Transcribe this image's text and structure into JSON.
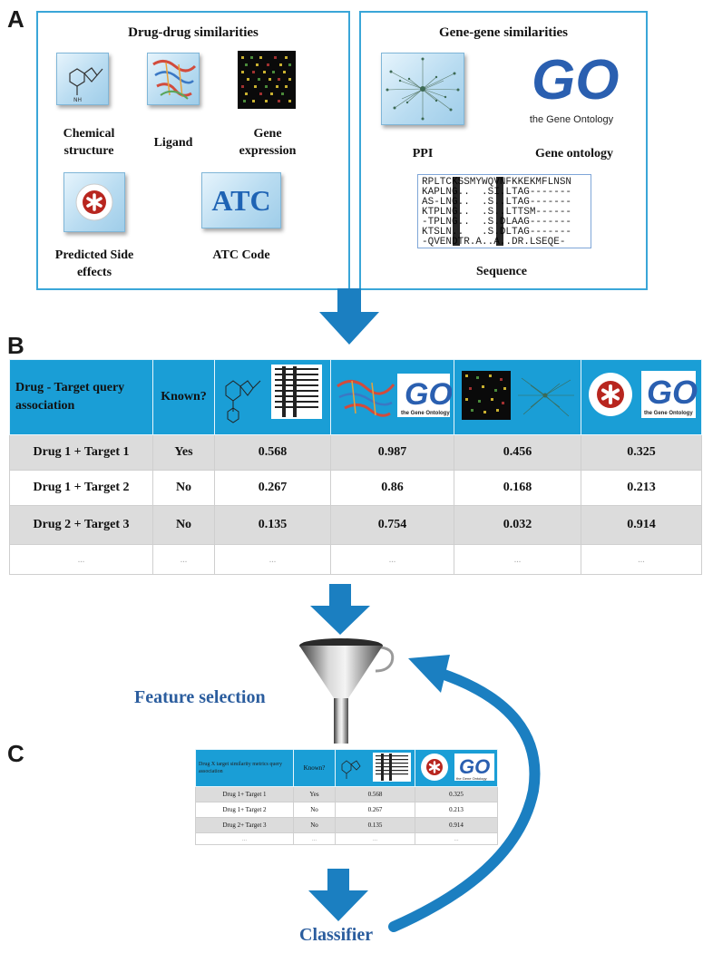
{
  "panels": {
    "a": "A",
    "b": "B",
    "c": "C"
  },
  "drug_box": {
    "title": "Drug-drug similarities",
    "chemical": "Chemical structure",
    "ligand": "Ligand",
    "gene_expression": "Gene expression",
    "side_effects": "Predicted Side effects",
    "atc_code": "ATC Code",
    "atc_text": "ATC"
  },
  "gene_box": {
    "title": "Gene-gene similarities",
    "ppi": "PPI",
    "gene_ontology": "Gene ontology",
    "sequence": "Sequence",
    "go_text": "GO",
    "go_sub": "the Gene Ontology",
    "seq_lines": [
      "RPLTCKSSMYWQVNFKKEKMFLNSN",
      "KAPLNG..  .SI.LTAG-------",
      "AS-LNG..  .S..LTAG-------",
      "KTPLNG..  .S..LTTSM------",
      "-TPLNG..  .S.DLAAG-------",
      "KTSLN..   .S.DLTAG-------",
      "-QVENDTR.A..A..DR.LSEQE-"
    ]
  },
  "table": {
    "header": {
      "query": "Drug - Target query association",
      "known": "Known?"
    },
    "rows": [
      {
        "query": "Drug 1 + Target 1",
        "known": "Yes",
        "v1": "0.568",
        "v2": "0.987",
        "v3": "0.456",
        "v4": "0.325"
      },
      {
        "query": "Drug 1 + Target 2",
        "known": "No",
        "v1": "0.267",
        "v2": "0.86",
        "v3": "0.168",
        "v4": "0.213"
      },
      {
        "query": "Drug 2 + Target 3",
        "known": "No",
        "v1": "0.135",
        "v2": "0.754",
        "v3": "0.032",
        "v4": "0.914"
      }
    ],
    "ellipsis": "..."
  },
  "small_table": {
    "header": {
      "query": "Drug X target similarity metrics query association",
      "known": "Known?"
    },
    "rows": [
      {
        "query": "Drug 1+ Target 1",
        "known": "Yes",
        "v1": "0.568",
        "v2": "0.325"
      },
      {
        "query": "Drug 1+ Target 2",
        "known": "No",
        "v1": "0.267",
        "v2": "0.213"
      },
      {
        "query": "Drug 2+ Target 3",
        "known": "No",
        "v1": "0.135",
        "v2": "0.914"
      }
    ],
    "ellipsis": "..."
  },
  "feature_selection": "Feature selection",
  "classifier": "Classifier",
  "colors": {
    "accent": "#1a9ed6",
    "border": "#3aa6d8",
    "arrow": "#1b7fc1",
    "caption": "#2b5d9e"
  }
}
